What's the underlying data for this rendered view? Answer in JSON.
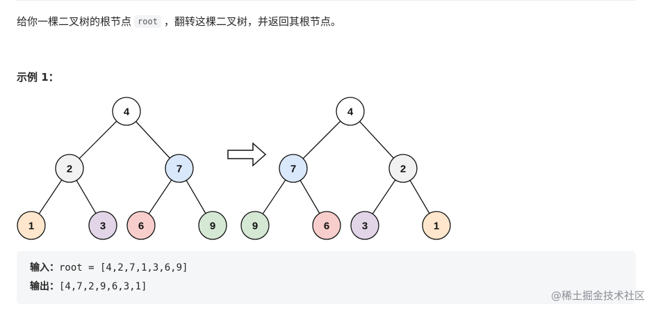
{
  "description": {
    "before": "给你一棵二叉树的根节点",
    "code": "root",
    "after": "，翻转这棵二叉树，并返回其根节点。"
  },
  "example": {
    "title": "示例 1：",
    "input_label": "输入：",
    "input_value": "root = [4,2,7,1,3,6,9]",
    "output_label": "输出：",
    "output_value": "[4,7,2,9,6,3,1]"
  },
  "trees": {
    "input_tree": [
      {
        "id": "n4",
        "label": "4",
        "color": "#ffffff",
        "children": [
          "n2",
          "n7"
        ]
      },
      {
        "id": "n2",
        "label": "2",
        "color": "#f2f2f2",
        "children": [
          "n1",
          "n3"
        ]
      },
      {
        "id": "n7",
        "label": "7",
        "color": "#dae8fc",
        "children": [
          "n6",
          "n9"
        ]
      },
      {
        "id": "n1",
        "label": "1",
        "color": "#ffe6cc",
        "children": []
      },
      {
        "id": "n3",
        "label": "3",
        "color": "#e1d5e7",
        "children": []
      },
      {
        "id": "n6",
        "label": "6",
        "color": "#f8cecc",
        "children": []
      },
      {
        "id": "n9",
        "label": "9",
        "color": "#d5e8d4",
        "children": []
      }
    ],
    "output_tree": [
      {
        "id": "m4",
        "label": "4",
        "color": "#ffffff",
        "children": [
          "m7",
          "m2"
        ]
      },
      {
        "id": "m7",
        "label": "7",
        "color": "#dae8fc",
        "children": [
          "m9",
          "m6"
        ]
      },
      {
        "id": "m2",
        "label": "2",
        "color": "#f2f2f2",
        "children": [
          "m3",
          "m1"
        ]
      },
      {
        "id": "m9",
        "label": "9",
        "color": "#d5e8d4",
        "children": []
      },
      {
        "id": "m6",
        "label": "6",
        "color": "#f8cecc",
        "children": []
      },
      {
        "id": "m3",
        "label": "3",
        "color": "#e1d5e7",
        "children": []
      },
      {
        "id": "m1",
        "label": "1",
        "color": "#ffe6cc",
        "children": []
      }
    ],
    "arrow_icon": "right-arrow-icon"
  },
  "watermark": "@稀土掘金技术社区"
}
